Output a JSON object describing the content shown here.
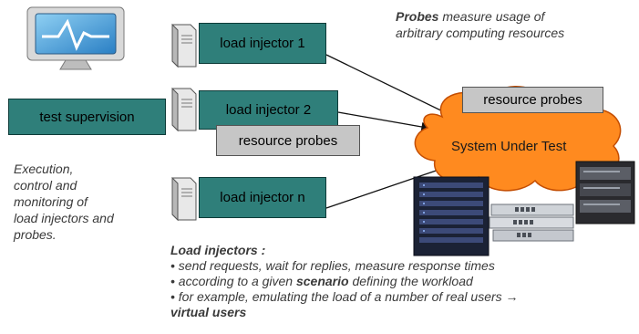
{
  "probes_note": {
    "bold": "Probes",
    "line1_rest": " measure usage of",
    "line2": "arbitrary computing resources"
  },
  "injectors": [
    {
      "label": "load injector 1"
    },
    {
      "label": "load injector 2"
    },
    {
      "label": "load injector n"
    }
  ],
  "supervision": {
    "label": "test supervision"
  },
  "resource_probes": {
    "label": "resource probes"
  },
  "resource_probes_top": {
    "label": "resource probes"
  },
  "sut": {
    "label": "System Under Test"
  },
  "left_note": {
    "lines": [
      "Execution,",
      "control and",
      "monitoring of",
      "load injectors and",
      "probes."
    ]
  },
  "injector_desc": {
    "heading": "Load injectors :",
    "line1": "• send requests, wait for replies, measure response times",
    "line2_pre": "• according to a given ",
    "line2_bold": "scenario",
    "line2_post": " defining the workload",
    "line3": "• for example, emulating the load of a number of real users →",
    "line4_bold": "virtual users"
  },
  "colors": {
    "injector_box": "#2f7f7a",
    "probe_box": "#c6c6c6",
    "cloud": "#ff8a1f"
  },
  "icons": [
    "monitor-icon",
    "server-tower-icon",
    "network-switch-icon",
    "rack-server-icon"
  ]
}
